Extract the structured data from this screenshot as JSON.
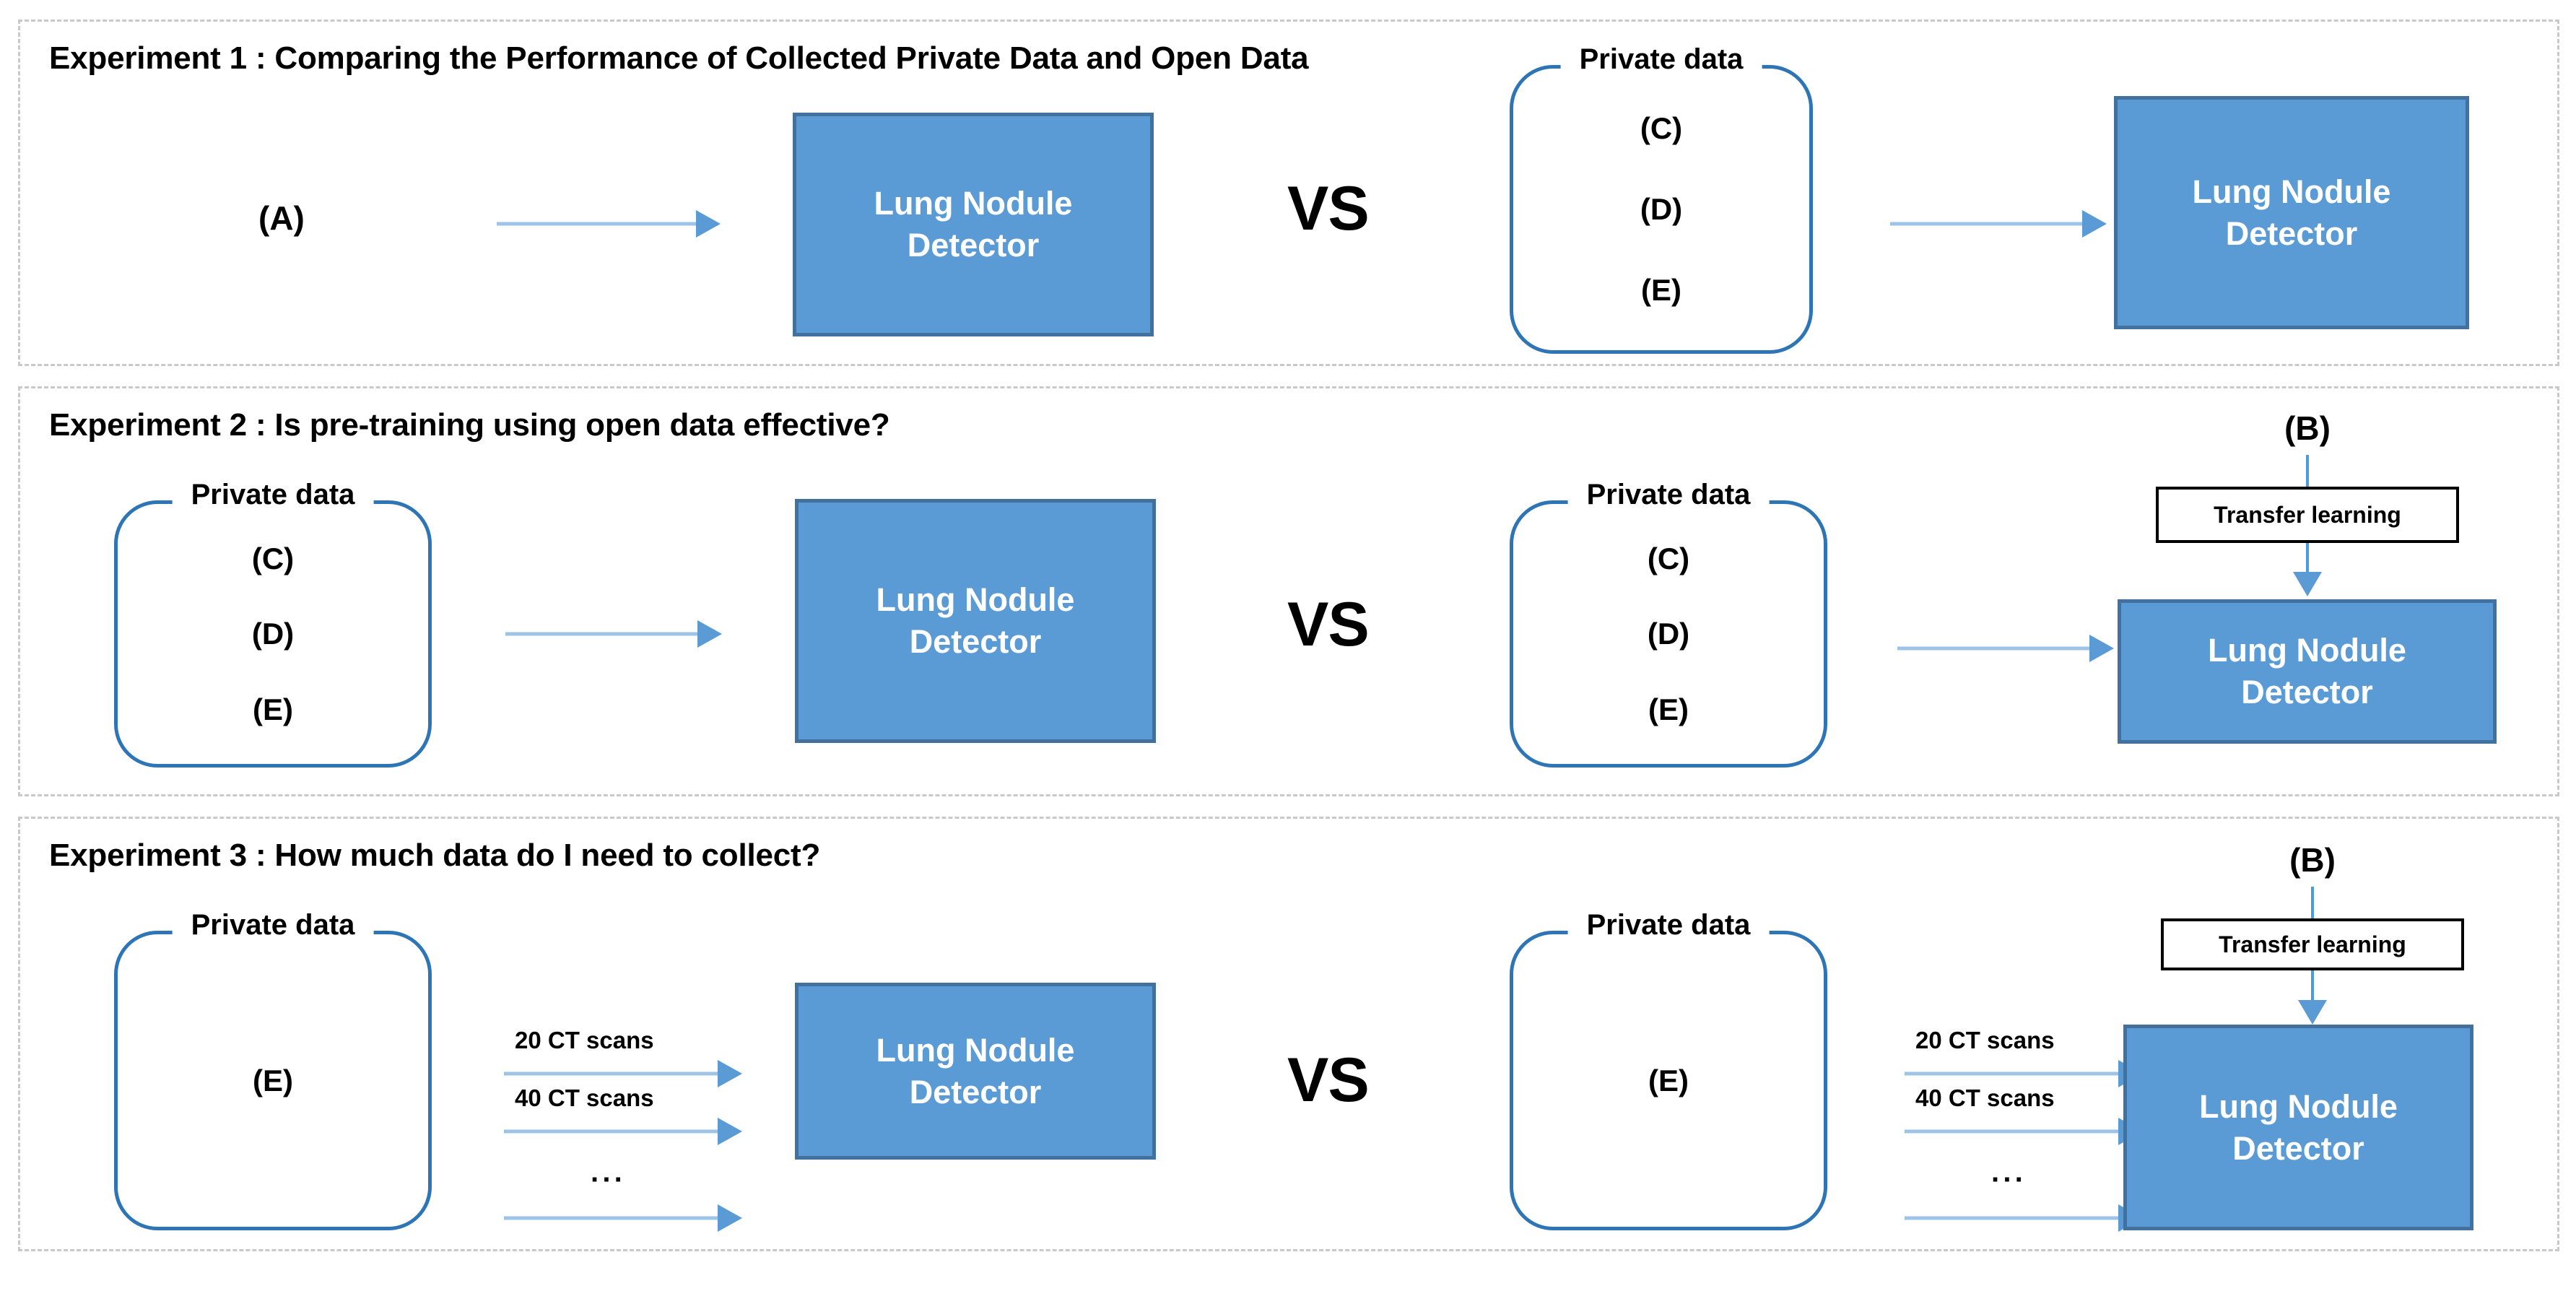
{
  "figure": {
    "title": "Experiment design overview",
    "colors": {
      "detector_fill": "#5B9BD5",
      "detector_border": "#41719C",
      "arrow_shaft": "#9DC3E6",
      "arrow_head": "#5B9BD5",
      "private_box_border": "#2E75B6",
      "panel_border": "#C9C9C9",
      "text": "#000000"
    }
  },
  "common": {
    "detector_label": "Lung Nodule\nDetector",
    "detector_line1": "Lung Nodule",
    "detector_line2": "Detector",
    "private_data_legend": "Private data",
    "vs_label": "VS",
    "transfer_learning_label": "Transfer learning",
    "transfer_learning_marker": "(B)"
  },
  "experiments": [
    {
      "id": "experiment-1",
      "title": "Experiment 1 : Comparing the Performance of Collected Private Data and Open Data",
      "left": {
        "source_label": "(A)",
        "source_type": "plain-label",
        "arrows": [
          {
            "label": ""
          }
        ],
        "detector": {
          "line1": "Lung Nodule",
          "line2": "Detector"
        },
        "transfer_learning": false
      },
      "right": {
        "source_label": "Private data",
        "source_type": "private-box",
        "datasets": [
          "(C)",
          "(D)",
          "(E)"
        ],
        "arrows": [
          {
            "label": ""
          }
        ],
        "detector": {
          "line1": "Lung Nodule",
          "line2": "Detector"
        },
        "transfer_learning": false
      }
    },
    {
      "id": "experiment-2",
      "title": "Experiment 2 : Is pre-training using open data effective?",
      "left": {
        "source_label": "Private data",
        "source_type": "private-box",
        "datasets": [
          "(C)",
          "(D)",
          "(E)"
        ],
        "arrows": [
          {
            "label": ""
          }
        ],
        "detector": {
          "line1": "Lung Nodule",
          "line2": "Detector"
        },
        "transfer_learning": false
      },
      "right": {
        "source_label": "Private data",
        "source_type": "private-box",
        "datasets": [
          "(C)",
          "(D)",
          "(E)"
        ],
        "arrows": [
          {
            "label": ""
          }
        ],
        "detector": {
          "line1": "Lung Nodule",
          "line2": "Detector"
        },
        "transfer_learning": true,
        "transfer_learning_marker": "(B)",
        "transfer_learning_label": "Transfer learning"
      }
    },
    {
      "id": "experiment-3",
      "title": "Experiment 3 : How much data do I need to collect?",
      "left": {
        "source_label": "Private data",
        "source_type": "private-box",
        "datasets": [
          "(E)"
        ],
        "arrows": [
          {
            "label": "20 CT scans"
          },
          {
            "label": "40 CT scans"
          },
          {
            "label": "···"
          }
        ],
        "detector": {
          "line1": "Lung Nodule",
          "line2": "Detector"
        },
        "transfer_learning": false
      },
      "right": {
        "source_label": "Private data",
        "source_type": "private-box",
        "datasets": [
          "(E)"
        ],
        "arrows": [
          {
            "label": "20 CT scans"
          },
          {
            "label": "40 CT scans"
          },
          {
            "label": "···"
          }
        ],
        "detector": {
          "line1": "Lung Nodule",
          "line2": "Detector"
        },
        "transfer_learning": true,
        "transfer_learning_marker": "(B)",
        "transfer_learning_label": "Transfer learning"
      }
    }
  ]
}
